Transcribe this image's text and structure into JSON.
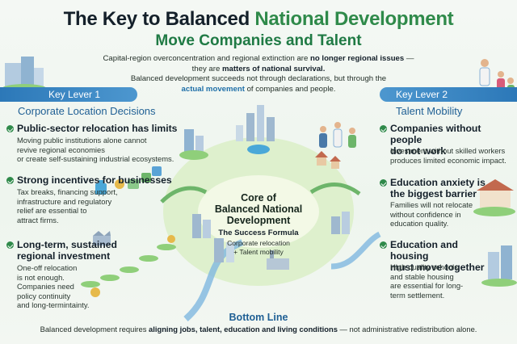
{
  "title": {
    "part1": "The Key to Balanced ",
    "part2": "National Development"
  },
  "subtitle": "Move Companies and Talent",
  "intro": {
    "l1_a": "Capital-region overconcentration and regional extinction are ",
    "l1_b": "no longer regional issues",
    "l1_c": " —",
    "l2_a": "they are ",
    "l2_b": "matters of national survival.",
    "l3": "Balanced development succeeds not through declarations, but through the",
    "l4_a": "actual movement",
    "l4_b": " of companies and people."
  },
  "left": {
    "lever": "Key Lever 1",
    "heading": "Corporate Location Decisions",
    "items": [
      {
        "title": "Public-sector relocation has limits",
        "body1": "Moving public institutions alone cannot",
        "body2": "revive regional economies",
        "body3": "or create self-sustaining industrial ecosystems."
      },
      {
        "title": "Strong incentives for businesses",
        "body1": "Tax breaks, financing support,",
        "body2": "infrastructure and regulatory",
        "body3": "relief are essential to",
        "body4": "attract firms."
      },
      {
        "title1": "Long-term, sustained",
        "title2": "regional investment",
        "body1": "One-off relocation",
        "body2": "is not enough.",
        "body3": "Companies need",
        "body4": "policy continuity",
        "body5": "and long-termintainty."
      }
    ]
  },
  "right": {
    "lever": "Key Lever 2",
    "heading": "Talent Mobility",
    "items": [
      {
        "title1": "Companies without people",
        "title2": "do not work",
        "body1": "Investment without skilled workers",
        "body2": "produces limited economic impact."
      },
      {
        "title1": "Education anxiety is",
        "title2": "the biggest barrier",
        "body1": "Families will not relocate",
        "body2": "without confidence in",
        "body3": "education quality."
      },
      {
        "title1": "Education and housing",
        "title2": "must move together",
        "body1": "High-quality schools",
        "body2": "and stable housing",
        "body3": "are essential for long-",
        "body4": "term settlement."
      }
    ]
  },
  "core": {
    "l1": "Core of",
    "l2": "Balanced National",
    "l3": "Development",
    "formula": "The Success Formula",
    "f1": "Corporate relocation",
    "f2": "+ Talent mobility"
  },
  "bottom": {
    "title": "Bottom Line",
    "a": "Balanced development requires ",
    "b": "aligning jobs, talent, education and living conditions",
    "c": " — not administrative redistribution alone."
  },
  "colors": {
    "green": "#2f8a4a",
    "blue": "#2c78b8",
    "dark": "#14202a"
  }
}
